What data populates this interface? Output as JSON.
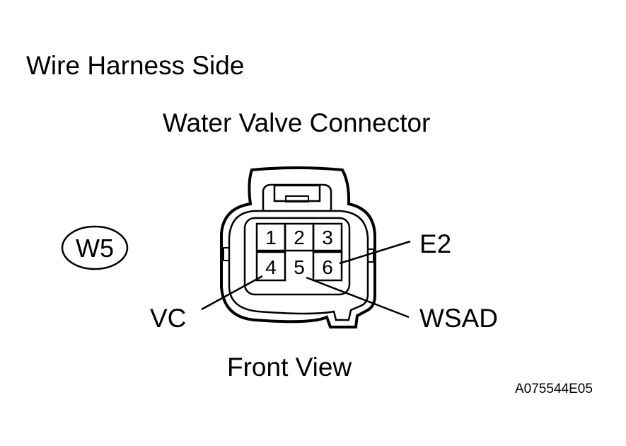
{
  "header": {
    "title": "Wire Harness Side",
    "subtitle": "Water Valve Connector"
  },
  "connector": {
    "id": "W5",
    "pins": [
      "1",
      "2",
      "3",
      "4",
      "5",
      "6"
    ],
    "view_label": "Front View"
  },
  "terminals": {
    "e2": "E2",
    "wsad": "WSAD",
    "vc": "VC"
  },
  "figure_code": "A075544E05",
  "colors": {
    "ink": "#000000",
    "paper": "#ffffff"
  }
}
